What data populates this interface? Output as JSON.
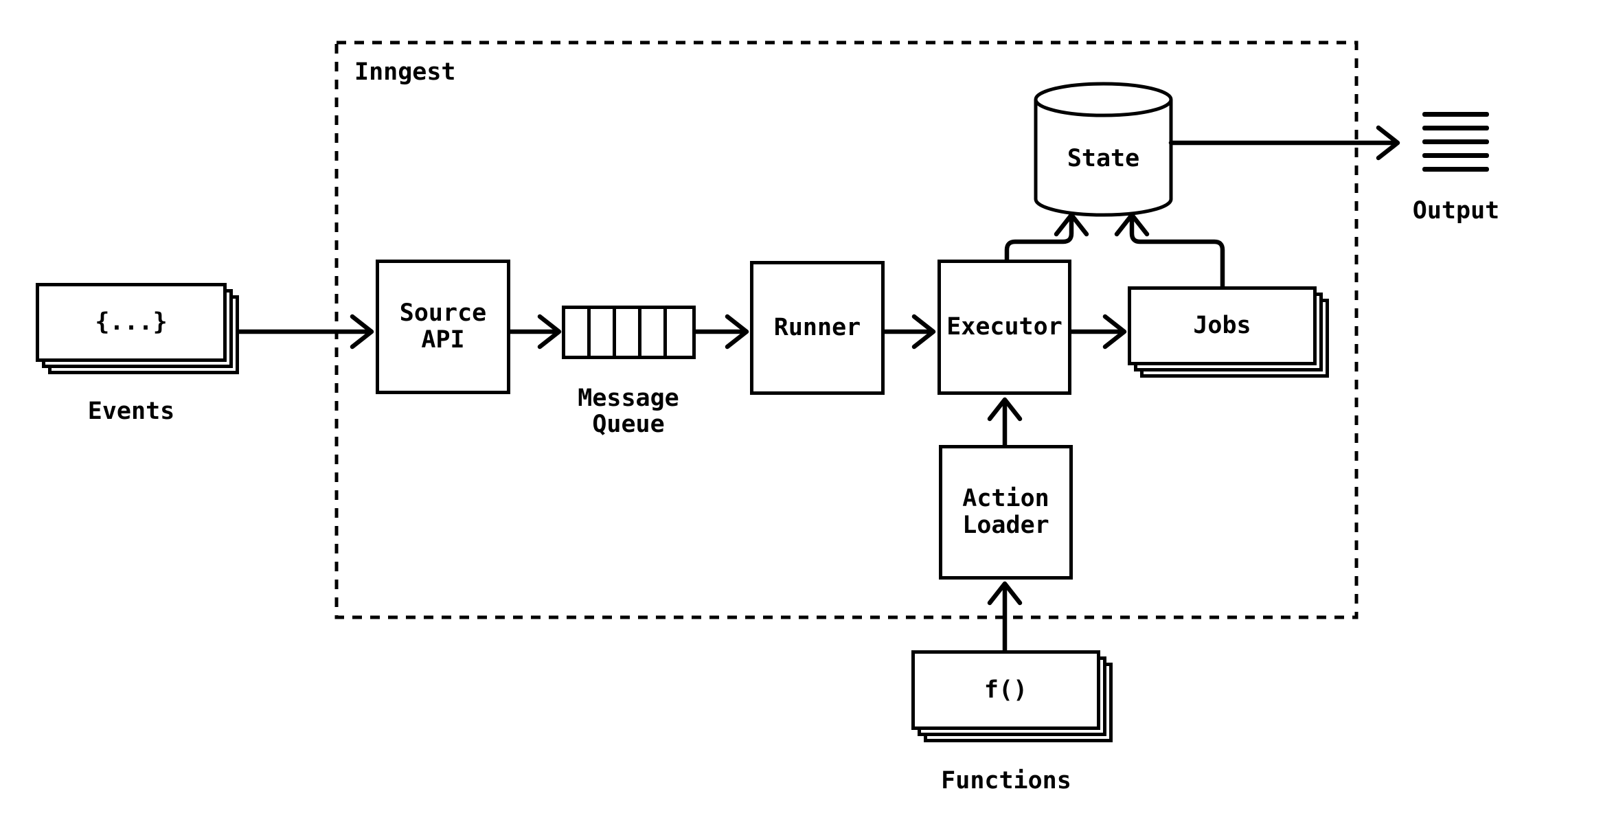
{
  "diagram": {
    "title": "Inngest",
    "background_color": "#ffffff",
    "stroke_color": "#000000",
    "nodes": {
      "events": {
        "icon_text": "{...}",
        "caption": "Events"
      },
      "source_api": {
        "label": "Source\nAPI"
      },
      "message_queue": {
        "caption": "Message\nQueue"
      },
      "runner": {
        "label": "Runner"
      },
      "executor": {
        "label": "Executor"
      },
      "jobs": {
        "label": "Jobs"
      },
      "state": {
        "label": "State"
      },
      "action_loader": {
        "label": "Action\nLoader"
      },
      "functions": {
        "icon_text": "f()",
        "caption": "Functions"
      },
      "output": {
        "caption": "Output"
      }
    },
    "connections": {
      "events_to_source_api": "Events -> Source API",
      "source_api_to_message_queue": "Source API -> Message Queue",
      "message_queue_to_runner": "Message Queue -> Runner",
      "runner_to_executor": "Runner -> Executor",
      "executor_to_jobs": "Executor -> Jobs",
      "executor_to_state": "Executor -> State",
      "jobs_to_state": "Jobs -> State",
      "state_to_output": "State -> Output",
      "action_loader_to_executor": "Action Loader -> Executor",
      "functions_to_action_loader": "Functions -> Action Loader"
    }
  }
}
